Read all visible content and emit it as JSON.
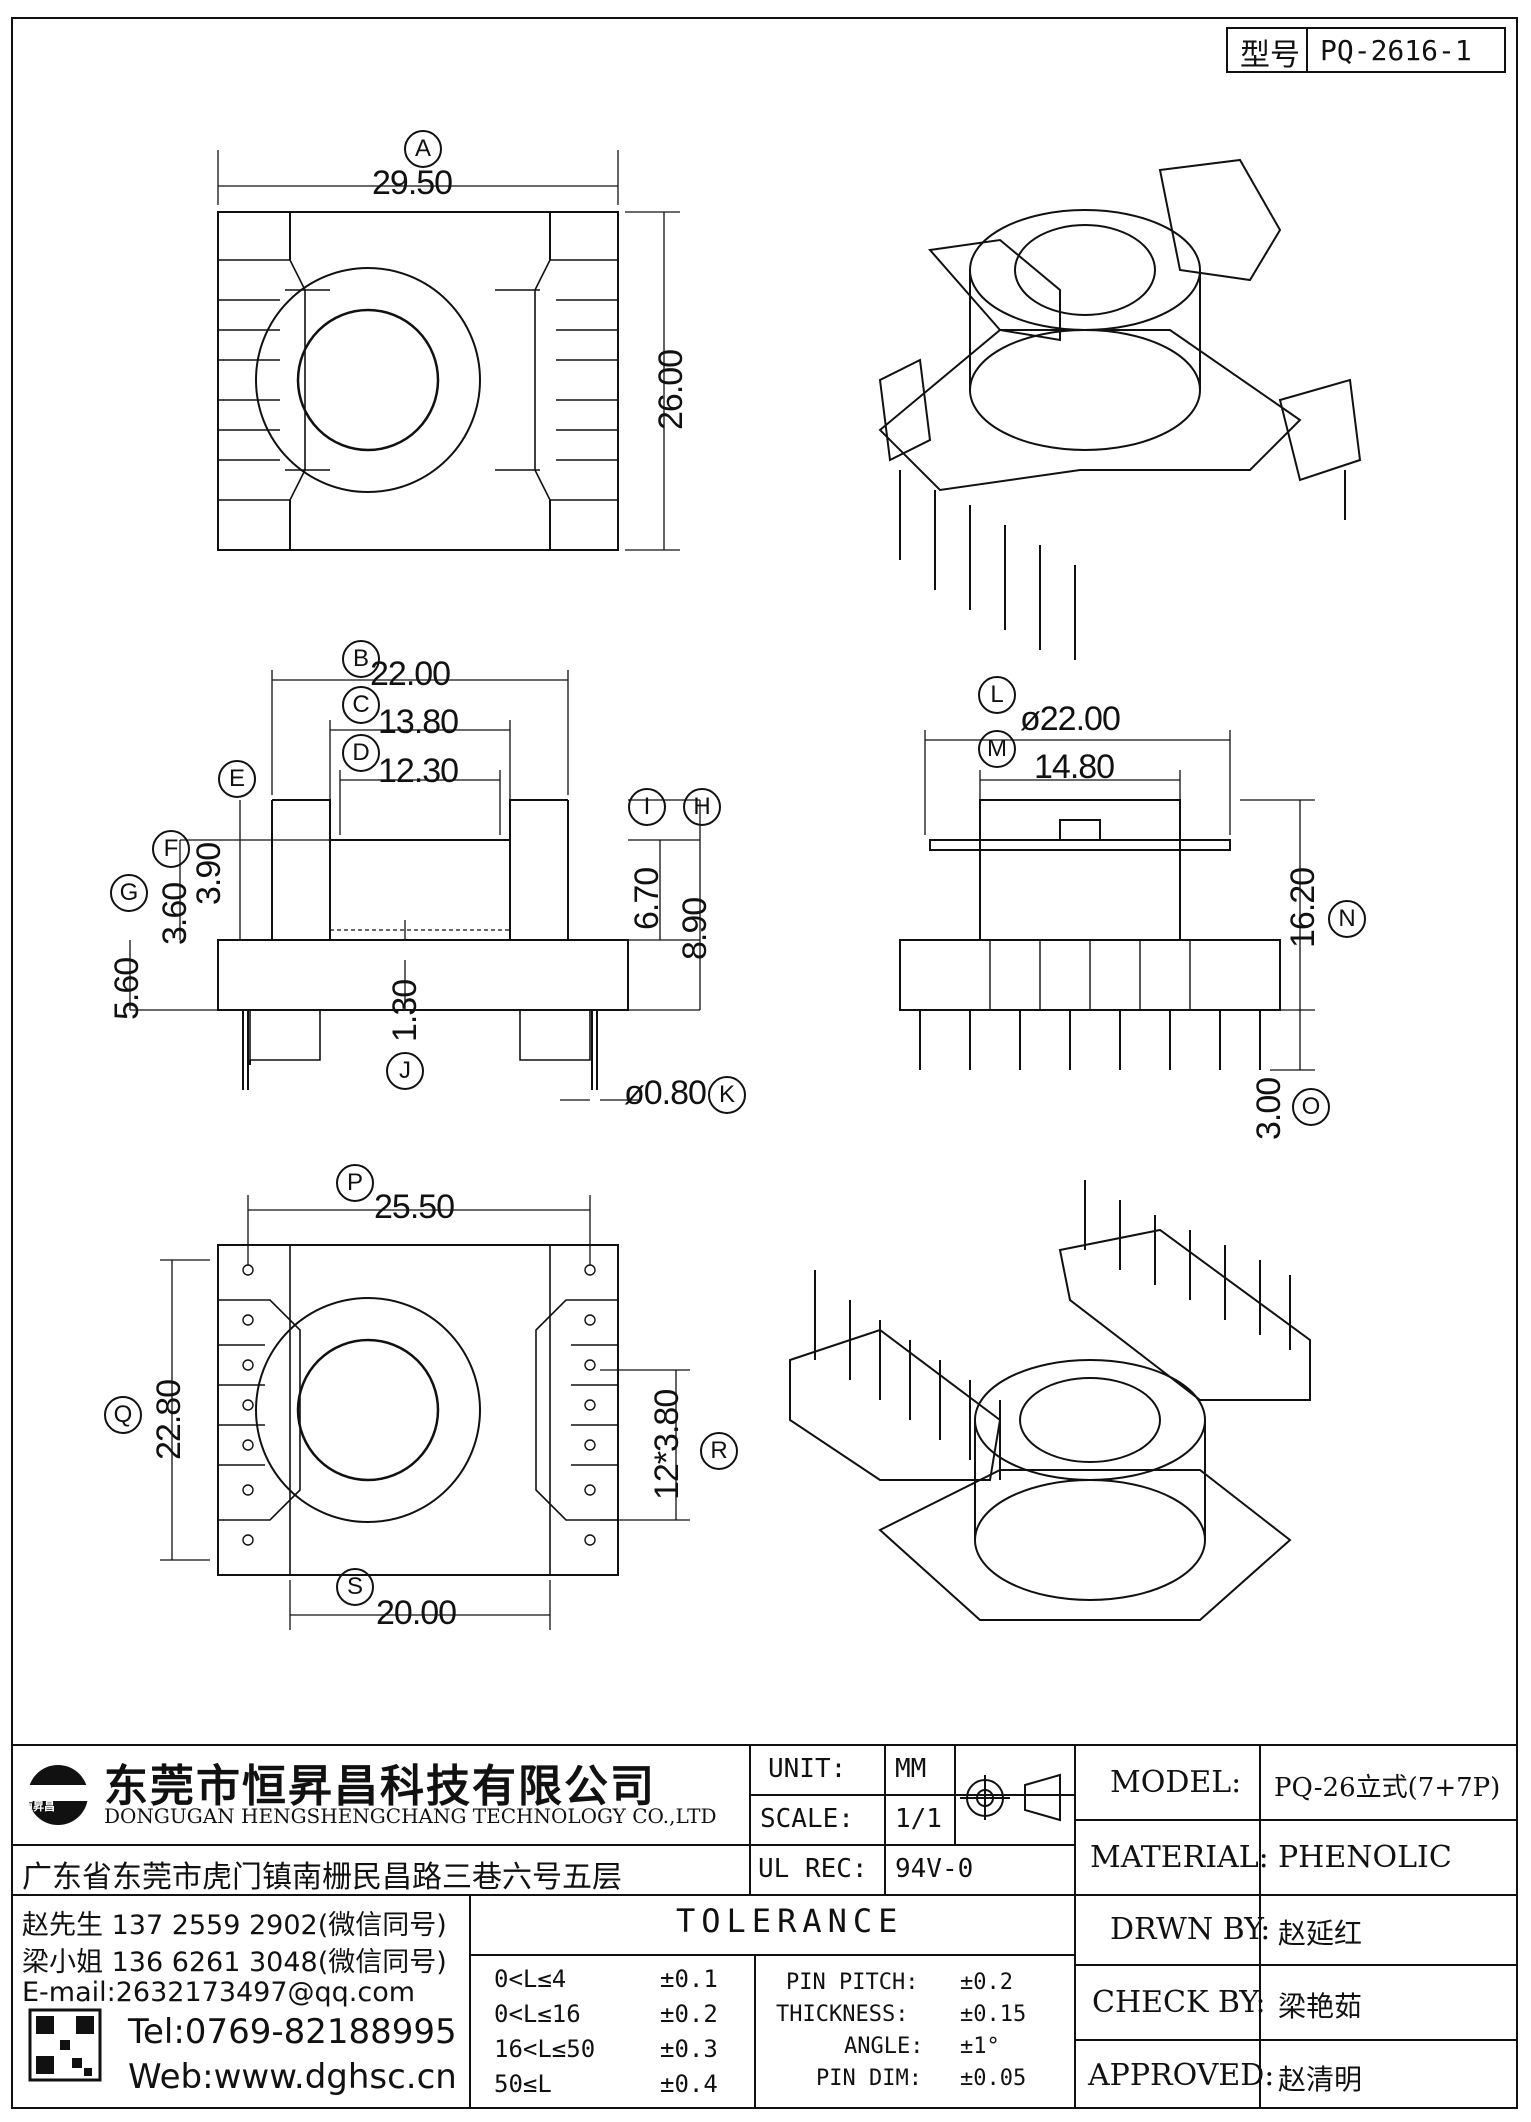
{
  "header": {
    "type_label": "型号",
    "part_no": "PQ-2616-1"
  },
  "callouts": [
    "A",
    "B",
    "C",
    "D",
    "E",
    "F",
    "G",
    "H",
    "I",
    "J",
    "K",
    "L",
    "M",
    "N",
    "O",
    "P",
    "Q",
    "R",
    "S"
  ],
  "dims": {
    "A": "29.50",
    "height_top": "26.00",
    "B": "22.00",
    "C": "13.80",
    "D": "12.30",
    "F": "3.60",
    "E": "3.90",
    "G": "5.60",
    "I": "6.70",
    "H": "8.90",
    "J": "1.30",
    "K": "ø0.80",
    "L": "ø22.00",
    "M": "14.80",
    "N": "16.20",
    "O": "3.00",
    "P": "25.50",
    "Q": "22.80",
    "R": "12*3.80",
    "S": "20.00"
  },
  "company": {
    "name_cn": "东莞市恒昇昌科技有限公司",
    "name_en": "DONGUGAN HENGSHENGCHANG TECHNOLOGY CO.,LTD",
    "address": "广东省东莞市虎门镇南栅民昌路三巷六号五层",
    "logo_text": "恒昇昌",
    "contact1": "赵先生 137 2559 2902(微信同号)",
    "contact2": "梁小姐 136 6261 3048(微信同号)",
    "email": "E-mail:2632173497@qq.com",
    "tel": "Tel:0769-82188995",
    "web": "Web:www.dghsc.cn"
  },
  "title_block": {
    "unit_label": "UNIT:",
    "unit": "MM",
    "scale_label": "SCALE:",
    "scale": "1/1",
    "ulrec_label": "UL REC:",
    "ulrec": "94V-0",
    "model_label": "MODEL:",
    "model": "PQ-26立式(7+7P)",
    "material_label": "MATERIAL:",
    "material": "PHENOLIC",
    "drwn_label": "DRWN BY:",
    "drwn": "赵延红",
    "check_label": "CHECK BY:",
    "check": "梁艳茹",
    "approved_label": "APPROVED:",
    "approved": "赵清明"
  },
  "tolerance": {
    "title": "TOLERANCE",
    "rows": [
      {
        "range": "0<L≤4",
        "tol": "±0.1"
      },
      {
        "range": "0<L≤16",
        "tol": "±0.2"
      },
      {
        "range": "16<L≤50",
        "tol": "±0.3"
      },
      {
        "range": "50≤L",
        "tol": "±0.4"
      }
    ],
    "specs": [
      {
        "label": "PIN PITCH:",
        "tol": "±0.2"
      },
      {
        "label": "THICKNESS:",
        "tol": "±0.15"
      },
      {
        "label": "ANGLE:",
        "tol": "±1°"
      },
      {
        "label": "PIN DIM:",
        "tol": "±0.05"
      }
    ]
  }
}
